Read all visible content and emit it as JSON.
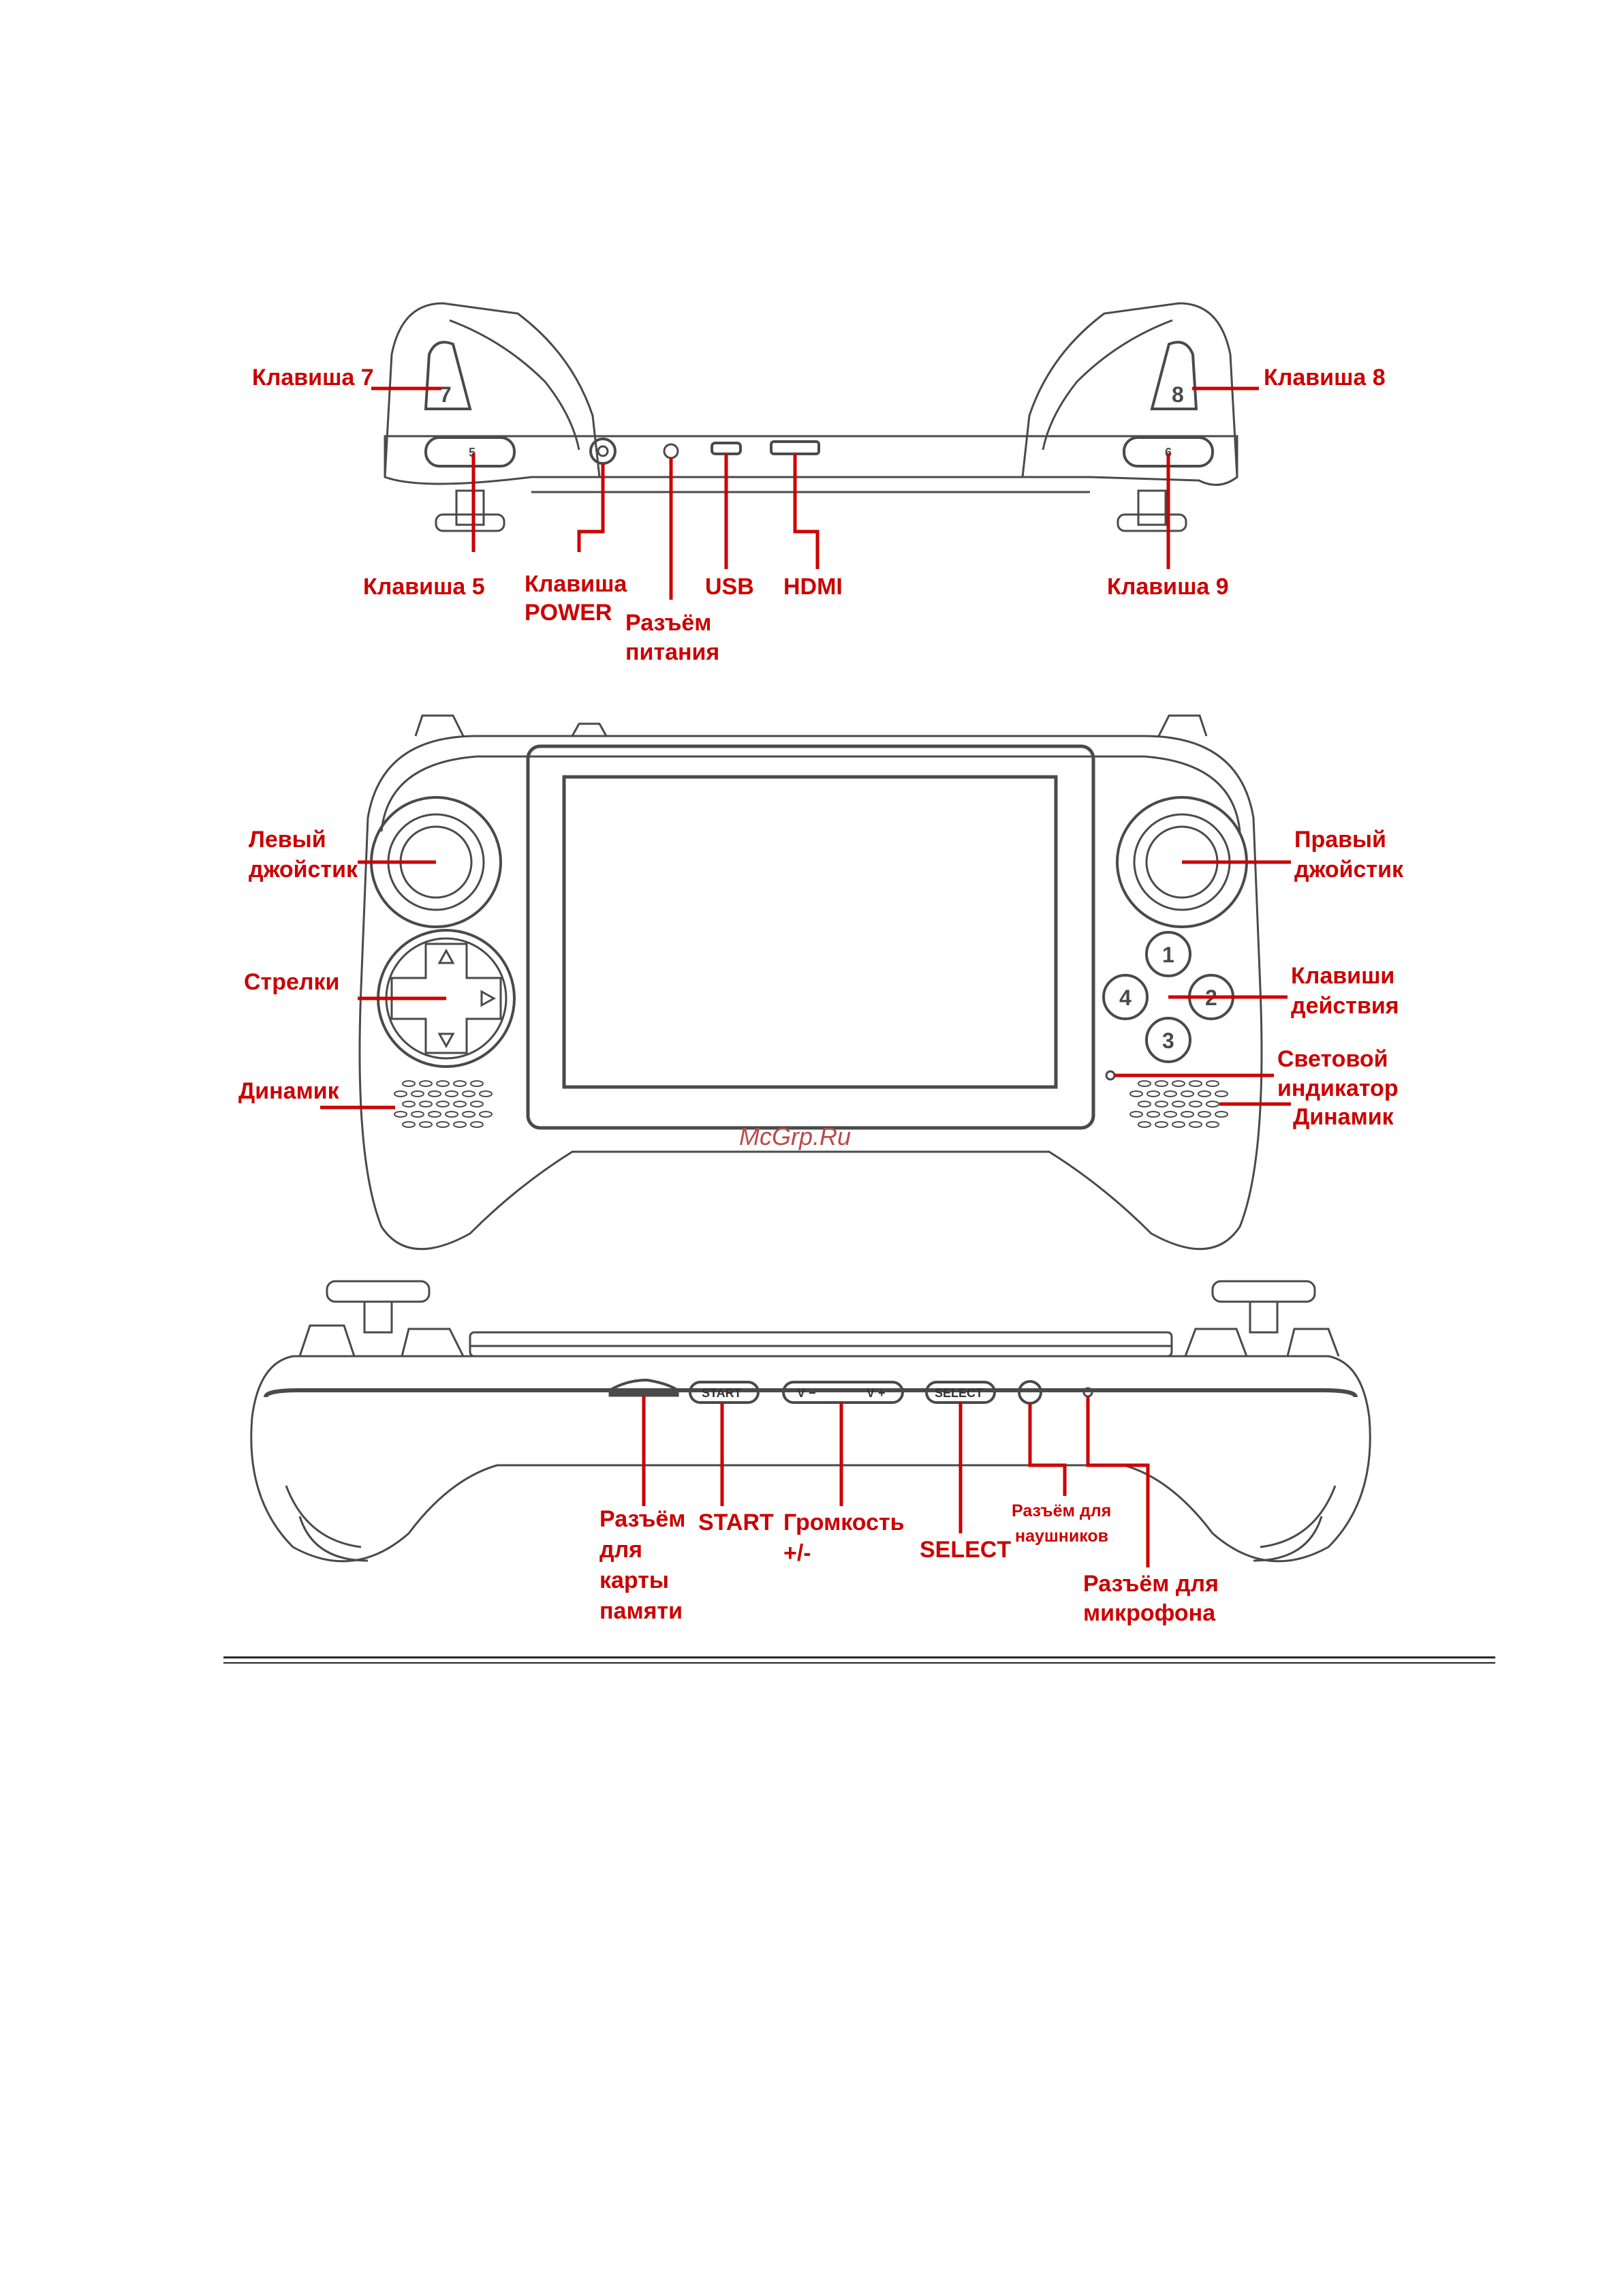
{
  "colors": {
    "label": "#cc0000",
    "line": "#cc0000",
    "drawing": "#4a4a4a",
    "watermark": "#b84a4a"
  },
  "top_view": {
    "labels": {
      "key7": "Клавиша 7",
      "key8": "Клавиша 8",
      "key5": "Клавиша 5",
      "power_1": "Клавиша",
      "power_2": "POWER",
      "charge_1": "Разъём",
      "charge_2": "питания",
      "usb": "USB",
      "hdmi": "HDMI",
      "key9": "Клавиша 9"
    },
    "button_marks": {
      "b7": "7",
      "b8": "8",
      "b5": "5",
      "b6": "6"
    }
  },
  "front_view": {
    "labels": {
      "left_stick_1": "Левый",
      "left_stick_2": "джойстик",
      "right_stick_1": "Правый",
      "right_stick_2": "джойстик",
      "arrows": "Стрелки",
      "action_1": "Клавиши",
      "action_2": "действия",
      "speaker_left": "Динамик",
      "led_1": "Световой",
      "led_2": "индикатор",
      "speaker_right": "Динамик"
    },
    "action_buttons": {
      "b1": "1",
      "b2": "2",
      "b3": "3",
      "b4": "4"
    },
    "watermark": "McGrp.Ru"
  },
  "bottom_view": {
    "labels": {
      "card_1": "Разъём",
      "card_2": "для",
      "card_3": "карты",
      "card_4": "памяти",
      "start": "START",
      "volume_1": "Громкость",
      "volume_2": "+/-",
      "select": "SELECT",
      "headphones_1": "Разъём для",
      "headphones_2": "наушников",
      "mic_1": "Разъём для",
      "mic_2": "микрофона"
    },
    "buttons": {
      "start": "START",
      "vol_minus": "V −",
      "vol_plus": "V +",
      "select": "SELECT"
    }
  }
}
